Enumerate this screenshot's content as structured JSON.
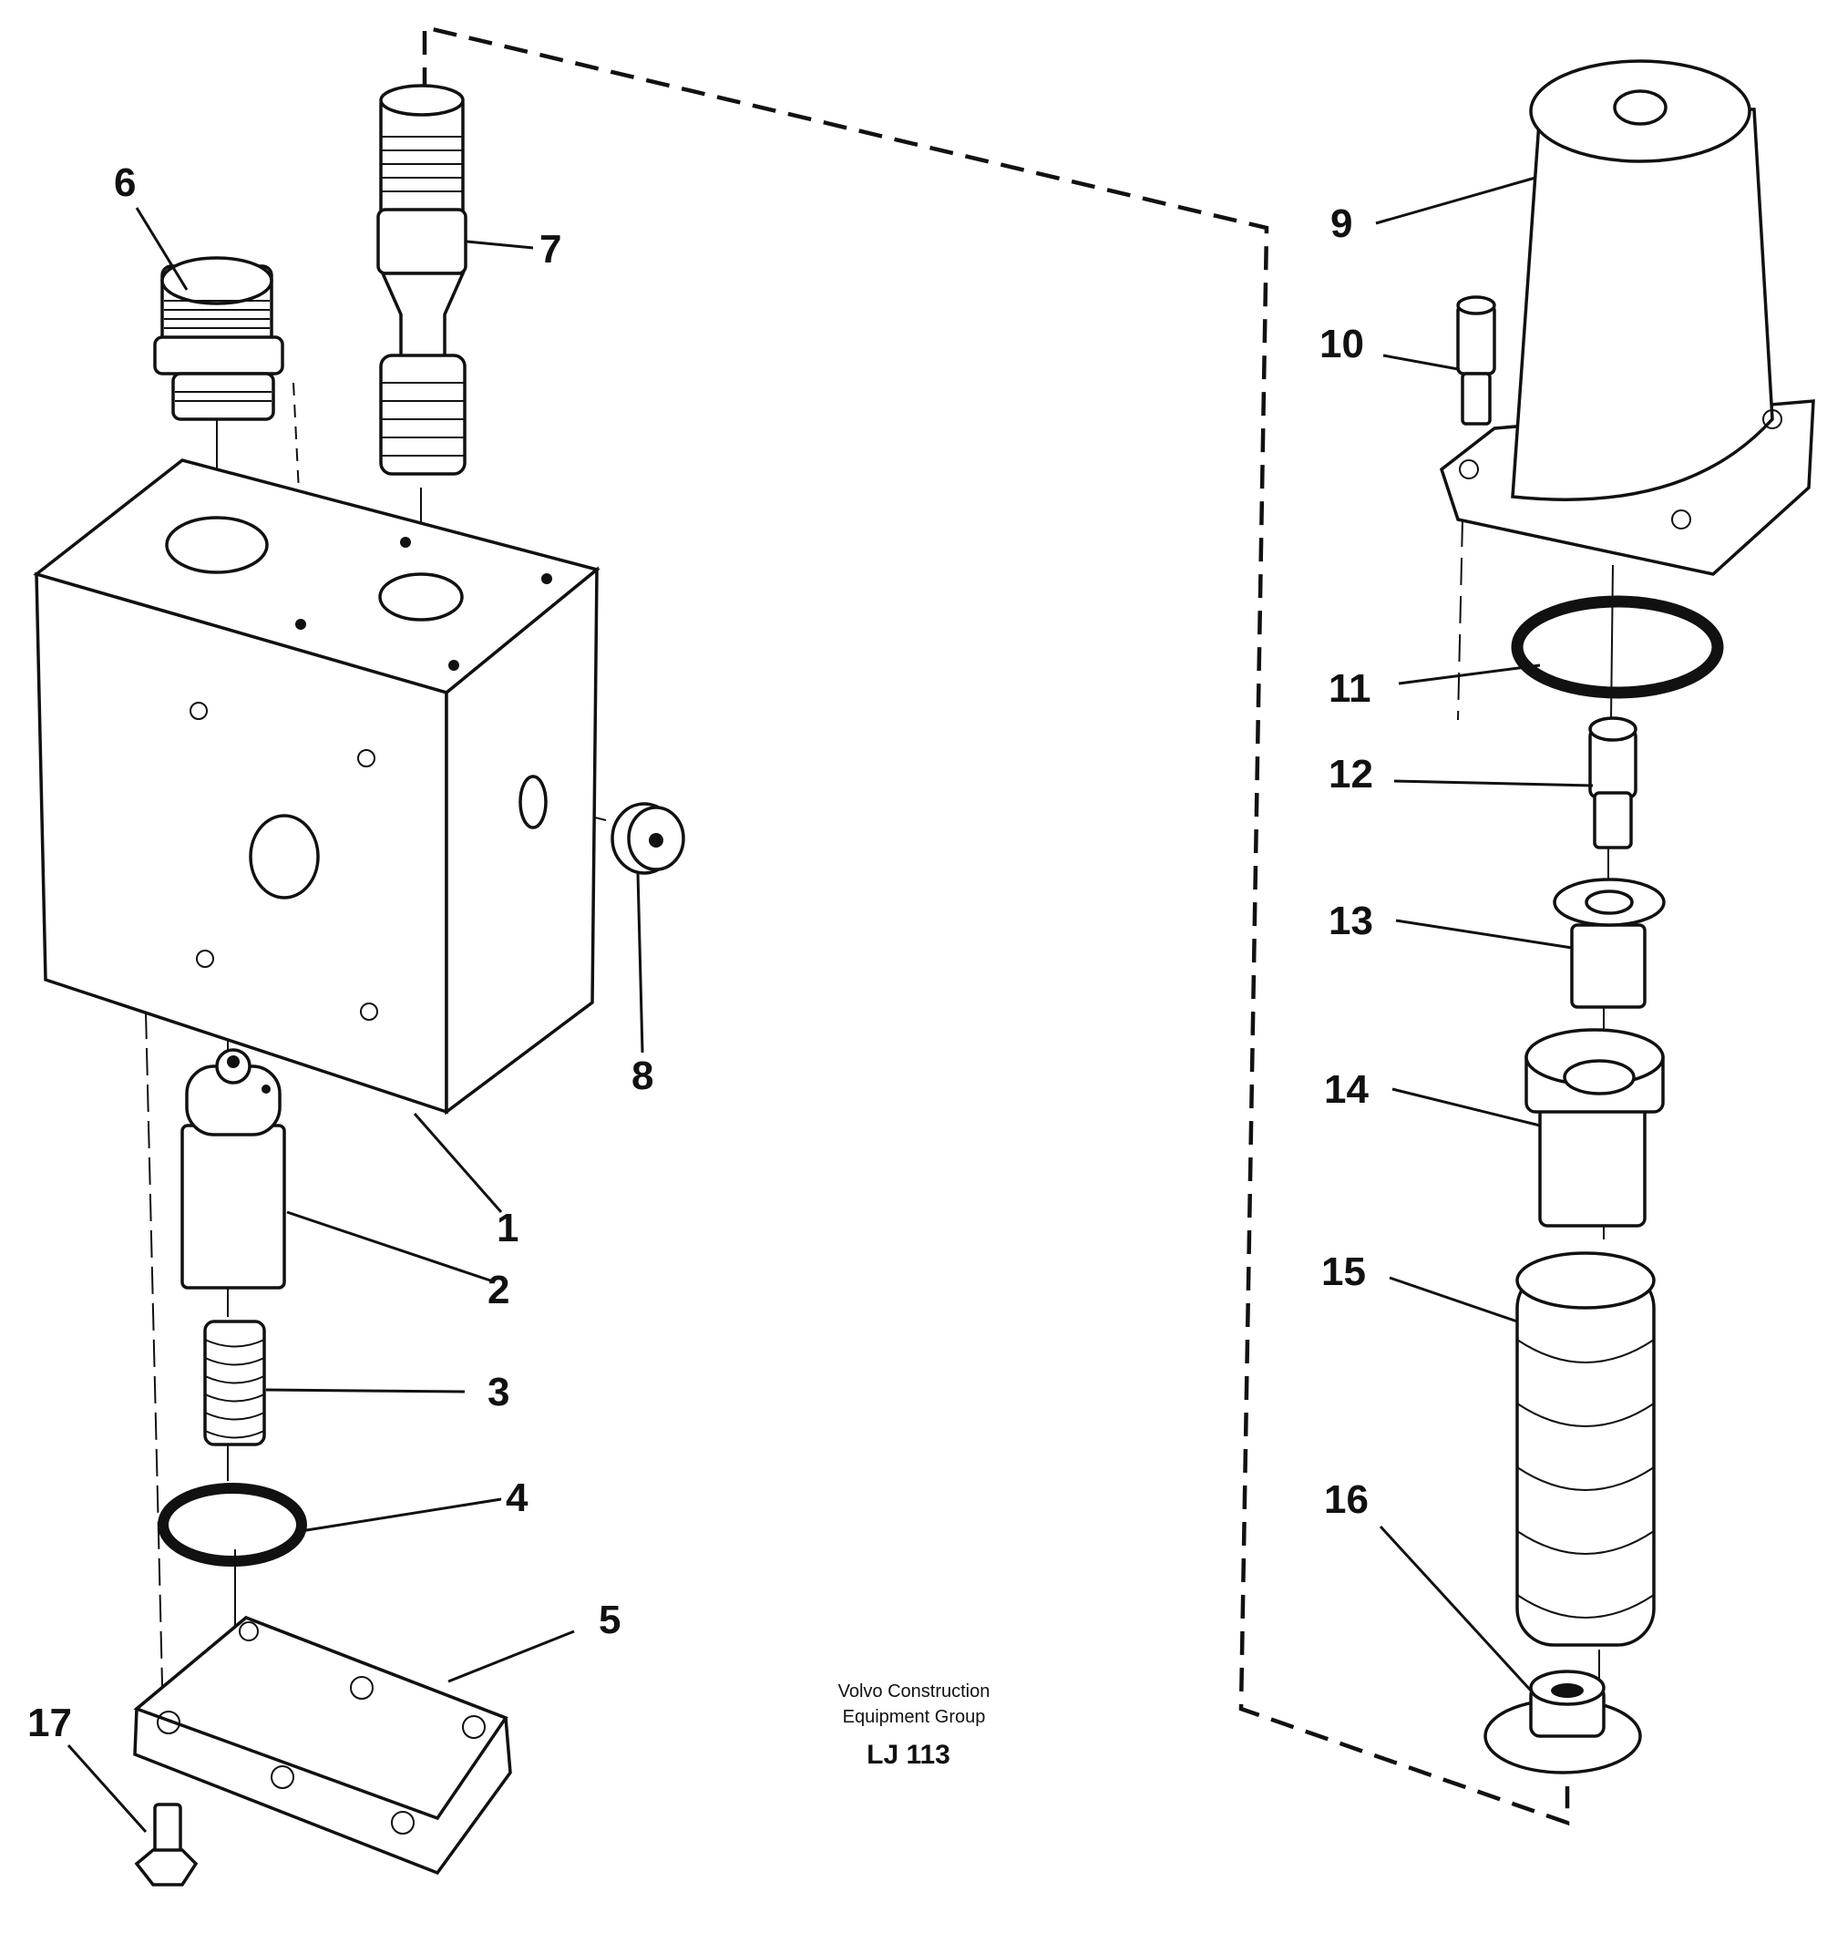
{
  "diagram": {
    "callouts": [
      {
        "id": "1",
        "text": "1"
      },
      {
        "id": "2",
        "text": "2"
      },
      {
        "id": "3",
        "text": "3"
      },
      {
        "id": "4",
        "text": "4"
      },
      {
        "id": "5",
        "text": "5"
      },
      {
        "id": "6",
        "text": "6"
      },
      {
        "id": "7",
        "text": "7"
      },
      {
        "id": "8",
        "text": "8"
      },
      {
        "id": "9",
        "text": "9"
      },
      {
        "id": "10",
        "text": "10"
      },
      {
        "id": "11",
        "text": "11"
      },
      {
        "id": "12",
        "text": "12"
      },
      {
        "id": "13",
        "text": "13"
      },
      {
        "id": "14",
        "text": "14"
      },
      {
        "id": "15",
        "text": "15"
      },
      {
        "id": "16",
        "text": "16"
      },
      {
        "id": "17",
        "text": "17"
      }
    ],
    "credit_line1": "Volvo Construction",
    "credit_line2": "Equipment Group",
    "drawing_code": "LJ 113"
  }
}
